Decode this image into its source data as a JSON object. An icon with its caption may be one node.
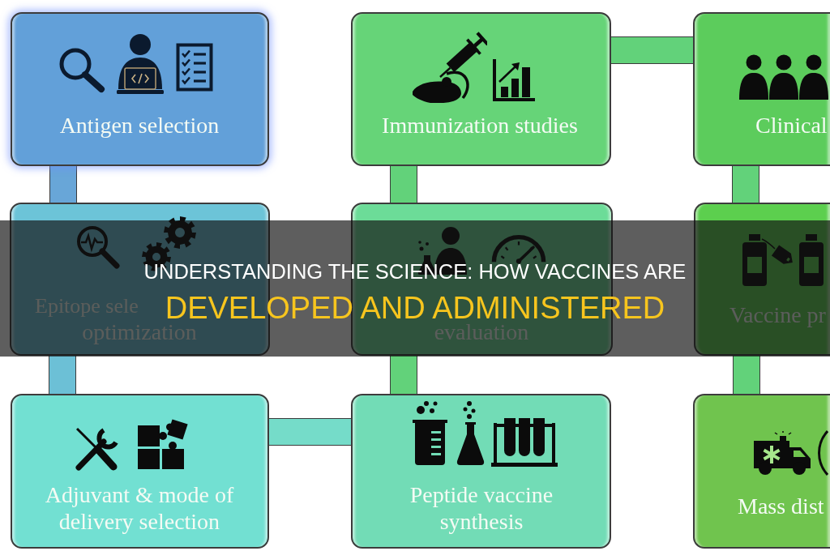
{
  "diagram": {
    "title": "UNDERSTANDING THE SCIENCE: HOW VACCINES ARE DEVELOPED AND ADMINISTERED",
    "nodes": [
      {
        "text": [
          "Antigen selection"
        ]
      },
      {
        "text": [
          "Immunization studies"
        ]
      },
      {
        "text": [
          "Clinical"
        ]
      },
      {
        "text": [
          "Epitope sele",
          "optimization"
        ]
      },
      {
        "text": [
          "evaluation"
        ]
      },
      {
        "text": [
          "Vaccine pr"
        ]
      },
      {
        "text": [
          "Adjuvant & mode of delivery selection"
        ]
      },
      {
        "text": [
          "Peptide vaccine synthesis"
        ]
      },
      {
        "text": [
          "Mass dist"
        ]
      }
    ],
    "edges": [
      {
        "from": 0,
        "to": 3,
        "arrow": "none",
        "color": "#67a6d8"
      },
      {
        "from": 3,
        "to": 6,
        "arrow": "none",
        "color": "#6cc0d6"
      },
      {
        "from": 6,
        "to": 7,
        "arrow": "none",
        "color": "#74dcc9"
      },
      {
        "from": 7,
        "to": 4,
        "arrow": "none"
      },
      {
        "from": 4,
        "to": 1,
        "arrow": "none"
      },
      {
        "from": 1,
        "to": 2,
        "arrow": "none"
      },
      {
        "from": 2,
        "to": 5,
        "arrow": "none"
      },
      {
        "from": 5,
        "to": 8,
        "arrow": "none"
      }
    ]
  }
}
